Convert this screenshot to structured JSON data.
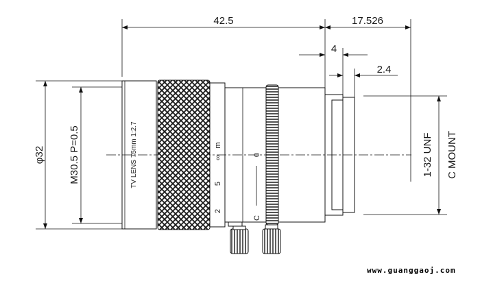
{
  "dimensions": {
    "total_length": "42.5",
    "flange_distance": "17.526",
    "offset_4": "4",
    "offset_2_4": "2.4",
    "outer_diameter": "φ32",
    "filter_thread": "M30.5  P=0.5",
    "mount_thread": "1-32 UNF",
    "mount_type": "C MOUNT"
  },
  "lens_body": {
    "label_line1": "TV  LENS  75mm  1:2.7",
    "focus_scale": [
      "2",
      "5",
      "∞",
      "m"
    ],
    "iris_labels": [
      "C",
      "0"
    ]
  },
  "watermark": "www.guanggaoj.com",
  "colors": {
    "line": "#111111",
    "body_fill": "#ffffff",
    "knurl": "#1a1a1a"
  }
}
